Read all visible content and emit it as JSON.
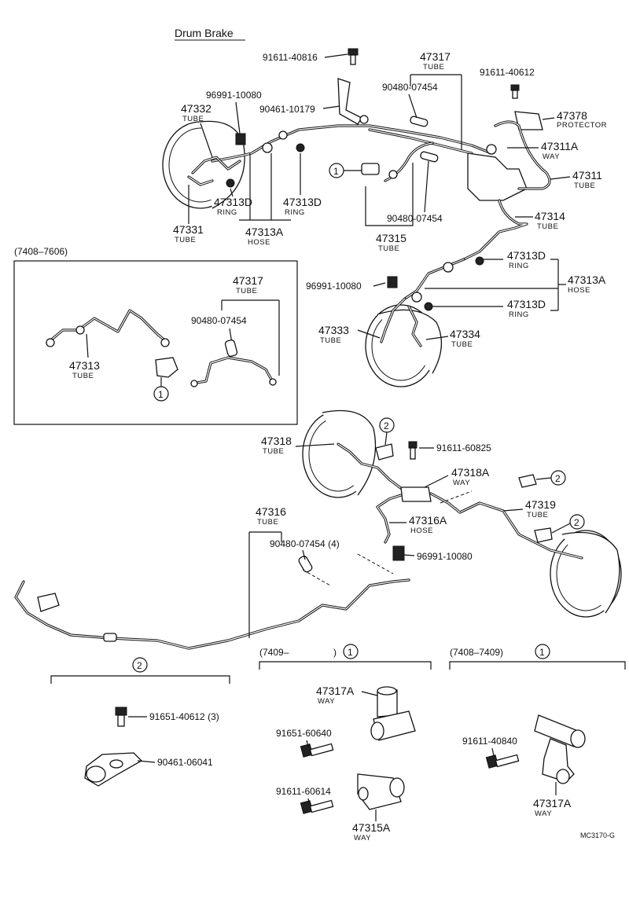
{
  "title": "Drum Brake",
  "doc_code": "MC3170-G",
  "inset": {
    "range": "(7408–7606)"
  },
  "variants": {
    "v1_range": "(7409–",
    "v1_close": ")",
    "v2_range": "(7408–7409)"
  },
  "callouts": [
    "1",
    "2"
  ],
  "parts": {
    "p91611_40816": "91611-40816",
    "p47317": "47317",
    "p90480_07454_top": "90480-07454",
    "p91611_40612": "91611-40612",
    "p96991_10080_top": "96991-10080",
    "p90461_10179": "90461-10179",
    "p47332": "47332",
    "p47378": "47378",
    "p47311A": "47311A",
    "p47311": "47311",
    "p47313D_l": "47313D",
    "p47313D_r": "47313D",
    "p47331": "47331",
    "p47313A": "47313A",
    "p90480_07454_mid": "90480-07454",
    "p47315": "47315",
    "p47314": "47314",
    "p47313D_a": "47313D",
    "p47313A_b": "47313A",
    "p96991_10080_mid": "96991-10080",
    "p47313D_b": "47313D",
    "p47333": "47333",
    "p47334": "47334",
    "inset_47317": "47317",
    "inset_90480": "90480-07454",
    "inset_47313": "47313",
    "p47318": "47318",
    "p91611_60825": "91611-60825",
    "p47318A": "47318A",
    "p47316": "47316",
    "p47319": "47319",
    "p90480_07454_4": "90480-07454 (4)",
    "p47316A": "47316A",
    "p96991_10080_low": "96991-10080",
    "p91651_40612_3": "91651-40612 (3)",
    "p90461_06041": "90461-06041",
    "p47317A_a": "47317A",
    "p91651_60640": "91651-60640",
    "p91611_60614": "91611-60614",
    "p47315A": "47315A",
    "p91611_40840": "91611-40840",
    "p47317A_b": "47317A"
  },
  "words": {
    "tube": "TUBE",
    "ring": "RING",
    "hose": "HOSE",
    "way": "WAY",
    "protector": "PROTECTOR"
  }
}
